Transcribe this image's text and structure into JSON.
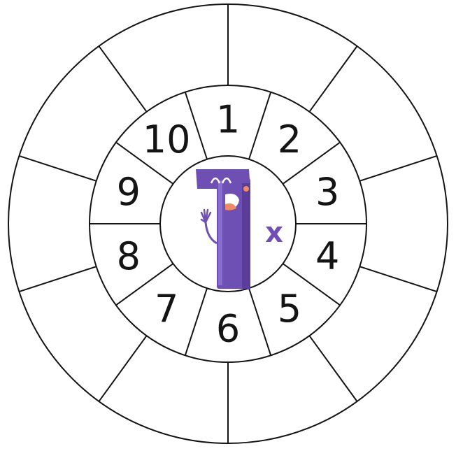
{
  "inner_ring_numbers": [
    "1",
    "2",
    "3",
    "4",
    "5",
    "6",
    "7",
    "8",
    "9",
    "10"
  ],
  "center": {
    "multiplier_digit": "1",
    "operator": "x",
    "character": "purple-number-one-mascot"
  },
  "colors": {
    "line": "#141414",
    "character_body": "#6E4FB4",
    "character_shade": "#5A3E9A",
    "character_highlight": "#8A6FD0",
    "operator": "#6E4FB4",
    "cheek": "#F08A62"
  }
}
